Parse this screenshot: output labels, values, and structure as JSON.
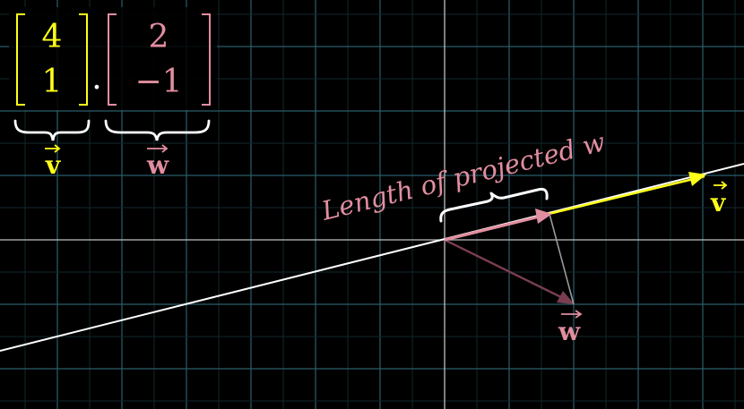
{
  "colors": {
    "background": "#000000",
    "grid_major": "#2b5d6a",
    "grid_minor": "#12272d",
    "axis": "#c8c8c8",
    "v_color": "#ffff1a",
    "w_color": "#e28ea0",
    "w_dim_color": "#7a3e50",
    "line_color": "#ffffff",
    "drop_line": "#9a9a9a"
  },
  "expression": {
    "v_top": "4",
    "v_bottom": "1",
    "dot": "·",
    "w_top": "2",
    "w_bottom": "−1",
    "v_label": "v",
    "w_label": "w"
  },
  "diagram": {
    "annotation": "Length of projected w",
    "v_label": "v",
    "w_label": "w",
    "vector_v": [
      4,
      1
    ],
    "vector_w": [
      2,
      -1
    ],
    "projection_of_w_on_v": [
      1.647,
      0.412
    ]
  }
}
